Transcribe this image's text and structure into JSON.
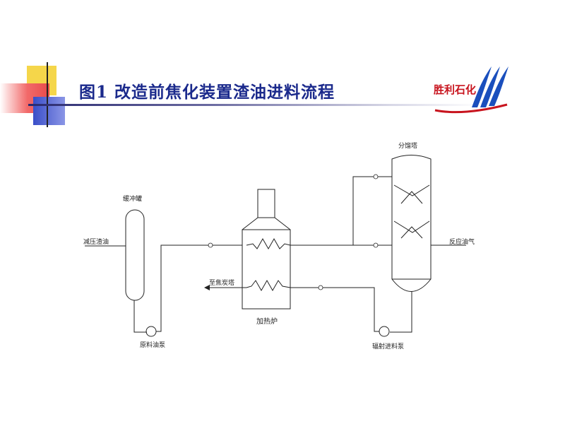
{
  "title": "图1  改造前焦化装置渣油进料流程",
  "logo": {
    "text": "胜利石化"
  },
  "diagram": {
    "labels": {
      "buffer_tank": "缓冲罐",
      "residue_in": "减压渣油",
      "feed_pump": "原料油泵",
      "heater": "加热炉",
      "to_coke_tower": "至焦炭塔",
      "fractionator": "分馏塔",
      "reaction_gas": "反应油气",
      "radiation_pump": "辐射进料泵"
    }
  },
  "colors": {
    "title": "#1b2a8c",
    "logo_red": "#c8141e",
    "logo_blue": "#1a4fbd",
    "line": "#222222"
  }
}
